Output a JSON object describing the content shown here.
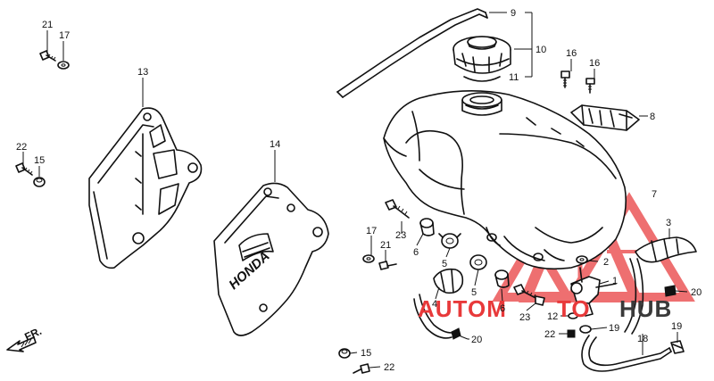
{
  "callouts": [
    {
      "id": "c21a",
      "text": "21"
    },
    {
      "id": "c17a",
      "text": "17"
    },
    {
      "id": "c13",
      "text": "13"
    },
    {
      "id": "c22a",
      "text": "22"
    },
    {
      "id": "c15a",
      "text": "15"
    },
    {
      "id": "c14",
      "text": "14"
    },
    {
      "id": "c9",
      "text": "9"
    },
    {
      "id": "c10",
      "text": "10"
    },
    {
      "id": "c11",
      "text": "11"
    },
    {
      "id": "c16a",
      "text": "16"
    },
    {
      "id": "c16b",
      "text": "16"
    },
    {
      "id": "c8",
      "text": "8"
    },
    {
      "id": "c7",
      "text": "7"
    },
    {
      "id": "c3",
      "text": "3"
    },
    {
      "id": "c17b",
      "text": "17"
    },
    {
      "id": "c21b",
      "text": "21"
    },
    {
      "id": "c23a",
      "text": "23"
    },
    {
      "id": "c6a",
      "text": "6"
    },
    {
      "id": "c5a",
      "text": "5"
    },
    {
      "id": "c5b",
      "text": "5"
    },
    {
      "id": "c4",
      "text": "4"
    },
    {
      "id": "c6b",
      "text": "6"
    },
    {
      "id": "c23b",
      "text": "23"
    },
    {
      "id": "c2",
      "text": "2"
    },
    {
      "id": "c1",
      "text": "1"
    },
    {
      "id": "c20a",
      "text": "20"
    },
    {
      "id": "c12",
      "text": "12"
    },
    {
      "id": "c22b",
      "text": "22"
    },
    {
      "id": "c19a",
      "text": "19"
    },
    {
      "id": "c18",
      "text": "18"
    },
    {
      "id": "c19b",
      "text": "19"
    },
    {
      "id": "c20b",
      "text": "20"
    },
    {
      "id": "c15b",
      "text": "15"
    },
    {
      "id": "c22c",
      "text": "22"
    }
  ],
  "shroud_logo": "HONDA",
  "direction_label": "FR.",
  "watermark": {
    "text_left": "AUTOM",
    "text_mid": "TO",
    "text_right": "HUB",
    "color_red": "#e8393a",
    "color_dark": "#3a3a3a"
  }
}
